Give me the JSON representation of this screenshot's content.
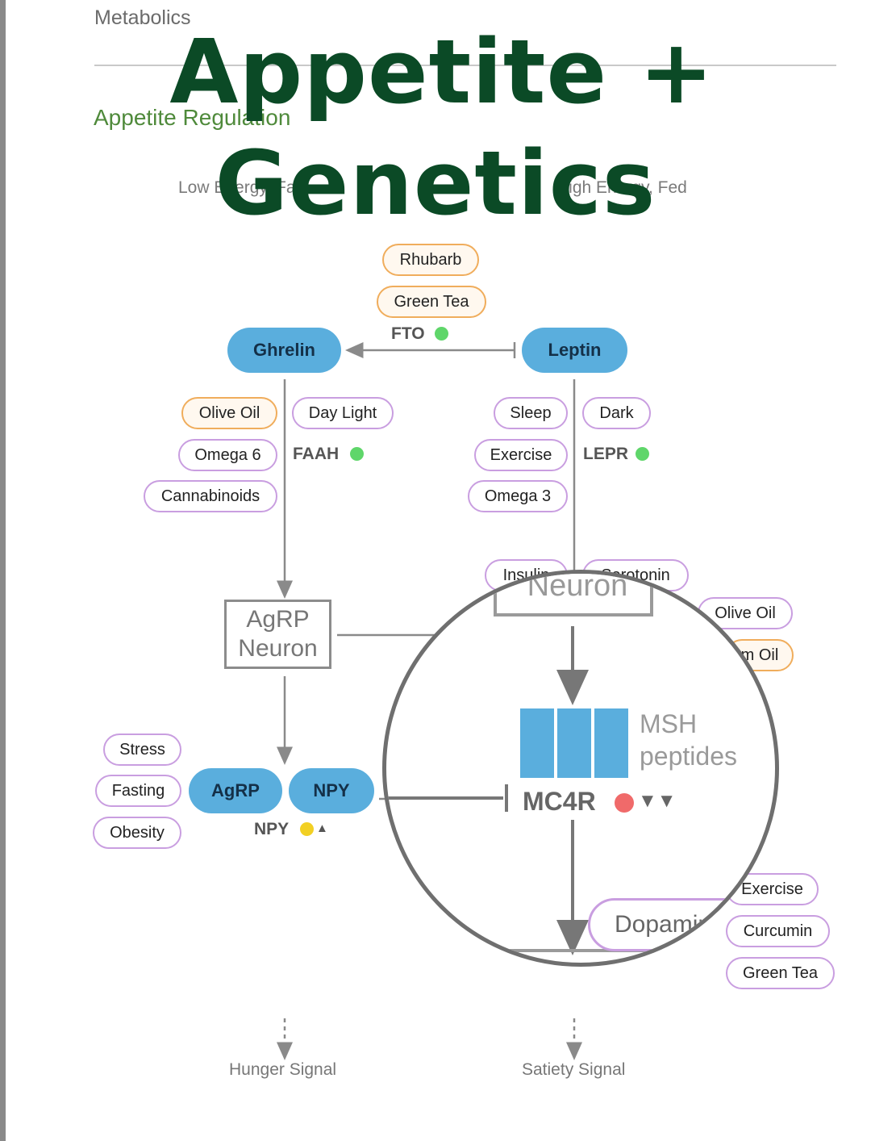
{
  "header": {
    "section": "Metabolics",
    "headline_line1": "Appetite +",
    "headline_line2": "Genetics",
    "subtitle": "Appetite Regulation",
    "low_energy": "Low Energy, Fast",
    "high_energy": "High Energy, Fed"
  },
  "top": {
    "rhubarb": "Rhubarb",
    "green_tea": "Green Tea",
    "fto": "FTO"
  },
  "hormones": {
    "ghrelin": "Ghrelin",
    "leptin": "Leptin",
    "agrp": "AgRP",
    "npy": "NPY"
  },
  "ghrelin_modifiers": {
    "olive_oil": "Olive Oil",
    "omega6": "Omega 6",
    "cannabinoids": "Cannabinoids",
    "day_light": "Day Light",
    "faah": "FAAH"
  },
  "leptin_modifiers": {
    "sleep": "Sleep",
    "exercise": "Exercise",
    "omega3": "Omega 3",
    "dark": "Dark",
    "lepr": "LEPR",
    "insulin": "Insulin",
    "serotonin": "Serotonin"
  },
  "agrp_neuron": {
    "line1": "AgRP",
    "line2": "Neuron"
  },
  "pomc_neuron": {
    "label": "Neuron"
  },
  "right_side": {
    "olive_oil": "Olive Oil",
    "fish_oil": "m Oil",
    "exercise": "Exercise",
    "curcumin": "Curcumin",
    "green_tea": "Green Tea"
  },
  "stressors": {
    "stress": "Stress",
    "fasting": "Fasting",
    "obesity": "Obesity",
    "npy_gene": "NPY"
  },
  "lens": {
    "msh_line1": "MSH",
    "msh_line2": "peptides",
    "mc4r": "MC4R",
    "dopamine": "Dopamine"
  },
  "signals": {
    "hunger": "Hunger Signal",
    "satiety": "Satiety Signal"
  },
  "colors": {
    "headline": "#0b4a26",
    "hormone_fill": "#5aaedd",
    "orange_pill": "#f0ad5c",
    "purple_pill": "#c99ee0",
    "green_dot": "#5fd66a",
    "yellow_dot": "#f2d024",
    "red_dot": "#f06a6a"
  }
}
